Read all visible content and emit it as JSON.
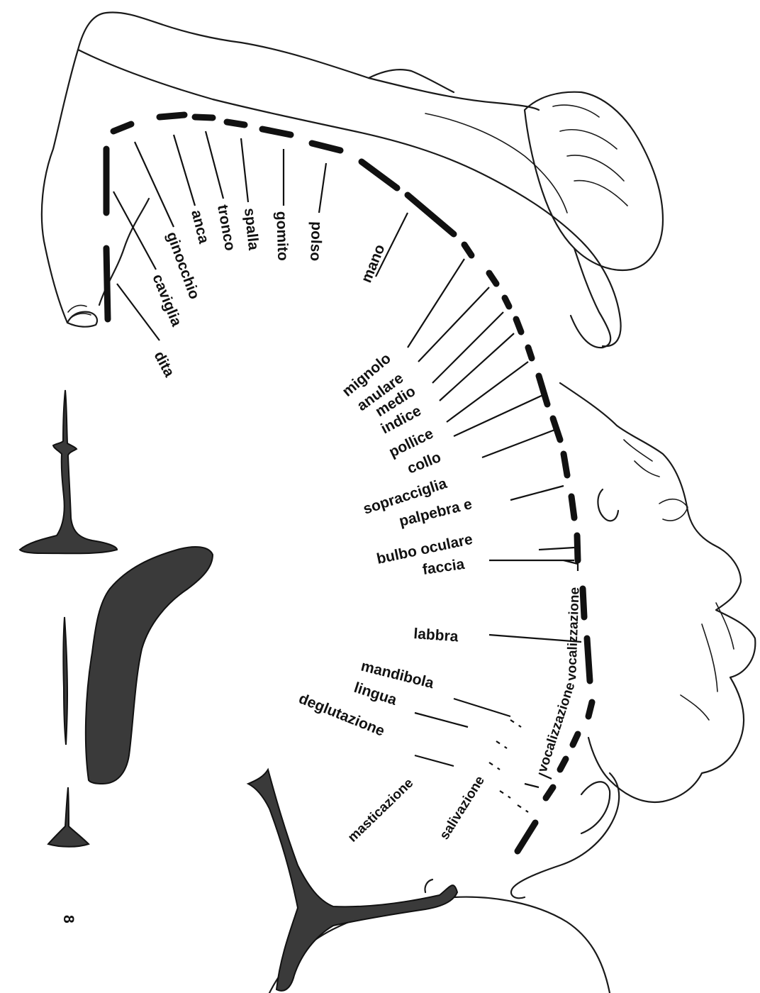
{
  "labels": {
    "dita": "dita",
    "caviglia": "caviglia",
    "ginocchio": "ginocchio",
    "anca": "anca",
    "tronco": "tronco",
    "spalla": "spalla",
    "gomito": "gomito",
    "polso": "polso",
    "mano": "mano",
    "mignolo": "mignolo",
    "anulare": "anulare",
    "medio": "medio",
    "indice": "indice",
    "pollice": "pollice",
    "collo": "collo",
    "sopracciglia": "sopracciglia",
    "palpebra": "palpebra e",
    "bulbo": "bulbo oculare",
    "faccia": "faccia",
    "labbra": "labbra",
    "mandibola": "mandibola",
    "lingua": "lingua",
    "deglutazione": "deglutazione",
    "masticazione": "masticazione",
    "salivazione": "salivazione",
    "vocalizzazione_a": "vocalizzazione",
    "vocalizzazione_b": "vocalizzazione"
  },
  "figure_marker": "8"
}
